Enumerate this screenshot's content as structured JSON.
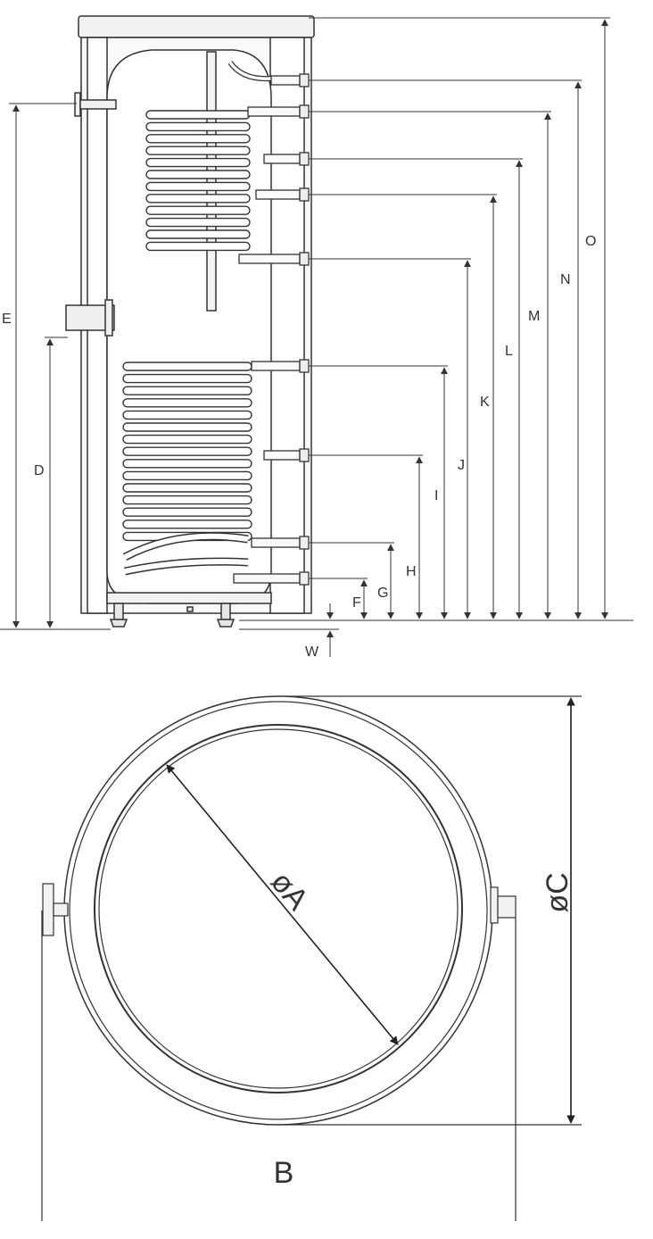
{
  "diagram": {
    "side_view": {
      "labels": {
        "E": "E",
        "D": "D",
        "W": "W",
        "F": "F",
        "G": "G",
        "H": "H",
        "I": "I",
        "J": "J",
        "K": "K",
        "L": "L",
        "M": "M",
        "N": "N",
        "O": "O"
      }
    },
    "top_view": {
      "labels": {
        "A": "øA",
        "B": "B",
        "C": "øC"
      }
    },
    "colors": {
      "line": "#333333",
      "tank_fill": "#f7f7f7",
      "coil_fill": "#ffffff"
    }
  }
}
